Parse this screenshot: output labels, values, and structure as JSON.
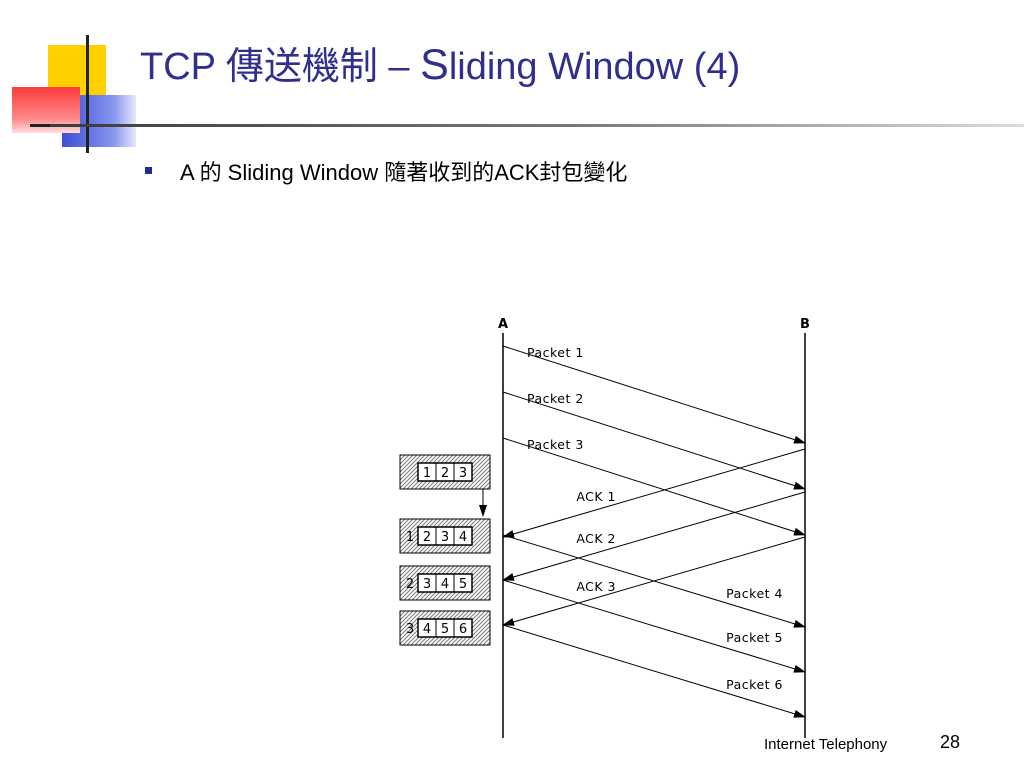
{
  "title": {
    "prefix": "TCP 傳送機制 – ",
    "big_s": "S",
    "rest": "liding Window (4)"
  },
  "bullet": {
    "text": "A 的 Sliding Window 隨著收到的ACK封包變化"
  },
  "diagram": {
    "hosts": [
      "A",
      "B"
    ],
    "messages": [
      {
        "label": "Packet 1",
        "from": "A",
        "to": "B"
      },
      {
        "label": "Packet 2",
        "from": "A",
        "to": "B"
      },
      {
        "label": "Packet 3",
        "from": "A",
        "to": "B"
      },
      {
        "label": "ACK 1",
        "from": "B",
        "to": "A"
      },
      {
        "label": "ACK 2",
        "from": "B",
        "to": "A"
      },
      {
        "label": "ACK 3",
        "from": "B",
        "to": "A"
      },
      {
        "label": "Packet 4",
        "from": "A",
        "to": "B"
      },
      {
        "label": "Packet 5",
        "from": "A",
        "to": "B"
      },
      {
        "label": "Packet 6",
        "from": "A",
        "to": "B"
      }
    ],
    "windows": [
      {
        "acked": "",
        "cells": [
          "1",
          "2",
          "3"
        ]
      },
      {
        "acked": "1",
        "cells": [
          "2",
          "3",
          "4"
        ]
      },
      {
        "acked": "2",
        "cells": [
          "3",
          "4",
          "5"
        ]
      },
      {
        "acked": "3",
        "cells": [
          "4",
          "5",
          "6"
        ]
      }
    ]
  },
  "footer": {
    "text": "Internet Telephony",
    "page": "28"
  },
  "colors": {
    "title": "#2f2f8f",
    "bullet": "#1f2b8f",
    "deco_yellow": "#ffd000",
    "deco_blue": "#4a5bd8",
    "deco_red": "#ff5050"
  }
}
